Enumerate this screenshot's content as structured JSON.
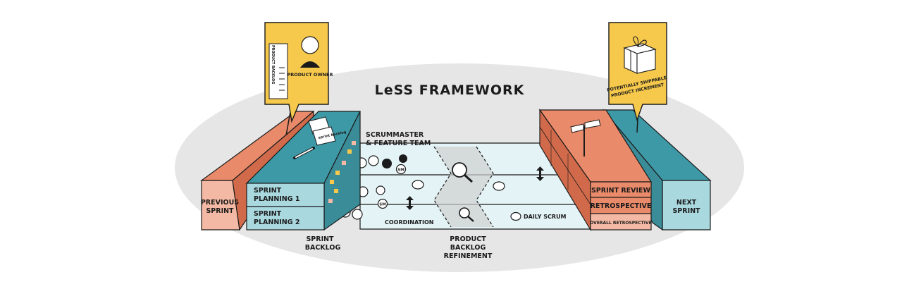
{
  "title": "LeSS FRAMEWORK",
  "colors": {
    "ellipse": "#e6e6e6",
    "salmon": "#e98a6a",
    "salmon_light": "#f3b9a4",
    "teal": "#3e99a7",
    "teal_light": "#a9d8df",
    "lane": "#e4f3f6",
    "sign": "#f6c94c"
  },
  "left_sign": {
    "backlog_label": "PRODUCT BACKLOG",
    "role_label": "PRODUCT OWNER"
  },
  "right_sign": {
    "label_line1": "POTENTIALLY SHIPPABLE",
    "label_line2": "PRODUCT INCREMENT"
  },
  "left_blocks": {
    "previous_sprint_line1": "PREVIOUS",
    "previous_sprint_line2": "SPRINT",
    "planning1_line1": "SPRINT",
    "planning1_line2": "PLANNING 1",
    "planning2_line1": "SPRINT",
    "planning2_line2": "PLANNING 2",
    "note_text": "sprint backlog"
  },
  "right_blocks": {
    "sprint_review": "SPRINT REVIEW",
    "retrospective": "RETROSPECTIVE",
    "overall_retrospective": "OVERALL RETROSPECTIVE",
    "next_sprint_line1": "NEXT",
    "next_sprint_line2": "SPRINT"
  },
  "center": {
    "scrummaster_line1": "SCRUMMASTER",
    "scrummaster_line2": "& FEATURE TEAM",
    "coordination": "COORDINATION",
    "daily_scrum": "DAILY SCRUM",
    "sm_badge": "SM"
  },
  "bottom": {
    "sprint_backlog_line1": "SPRINT",
    "sprint_backlog_line2": "BACKLOG",
    "pbr_line1": "PRODUCT",
    "pbr_line2": "BACKLOG",
    "pbr_line3": "REFINEMENT"
  }
}
